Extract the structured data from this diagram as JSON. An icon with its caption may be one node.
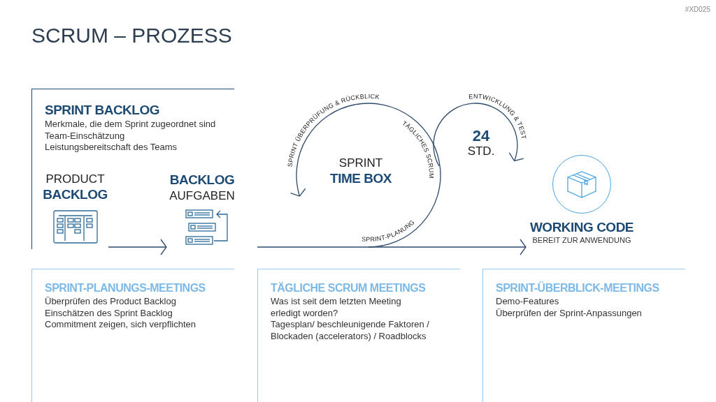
{
  "diagram": {
    "title": "SCRUM – PROZESS",
    "nodes": [
      {
        "text": [
          "SPRINT BACKLOG",
          "Merkmale, die dem Sprint zugeordnet sind",
          "Team-Einschätzung",
          "Leistungsbereitschaft des Teams"
        ]
      },
      {
        "text": [
          "PRODUCT",
          "BACKLOG"
        ],
        "in": 0
      },
      {
        "text": [
          "BACKLOG",
          "AUFGABEN"
        ],
        "in": 0
      },
      {
        "text": [
          "SPRINT ÜBERPRÜFUNG & RÜCKBLICK",
          "TÄGLICHES SCRUM",
          "SPRINT",
          "TIME BOX",
          "SPRINT-PLANUNG"
        ]
      },
      {
        "text": [
          "ENTWICKLUNG & TEST",
          "24",
          "STD."
        ]
      },
      {
        "text": [
          "WORKING CODE",
          "BEREIT ZUR ANWENDUNG"
        ]
      },
      {
        "text": [
          "SPRINT-PLANUNGS-MEETINGS",
          "Überprüfen des Product Backlog",
          "Einschätzen des Sprint Backlog",
          "Commitment zeigen, sich verpflichten"
        ]
      },
      {
        "text": [
          "TÄGLICHE SCRUM MEETINGS",
          "Was ist seit dem letzten Meeting erledigt worden?",
          "Tagesplan/ beschleunigende Faktoren / Blockaden (accelerators) / Roadblocks"
        ]
      },
      {
        "text": [
          "SPRINT-ÜBERBLICK-MEETINGS",
          "Demo-Features",
          "Überprüfen der Sprint-Anpassungen"
        ]
      }
    ],
    "edges": [
      {
        "from": 1,
        "to": 2,
        "arrow": "to"
      },
      {
        "from": null,
        "to": 5,
        "arrow": "to"
      }
    ],
    "labels": [
      "#XD025"
    ]
  }
}
